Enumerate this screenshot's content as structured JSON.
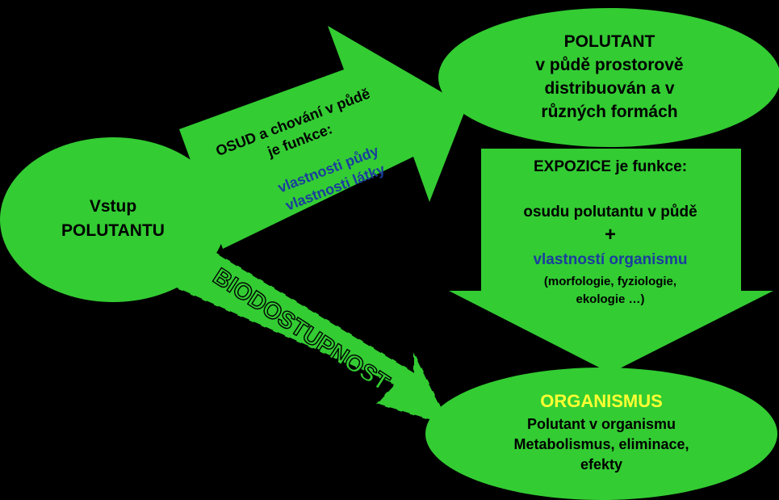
{
  "colors": {
    "background": "#000000",
    "shape_fill": "#33cc33",
    "text_dark": "#000000",
    "text_blue": "#1a3d9e",
    "text_yellow": "#ffff33"
  },
  "vstup": {
    "line1": "Vstup",
    "line2": "POLUTANTU"
  },
  "osud_arrow": {
    "line1": "OSUD a chování v půdě",
    "line2": "je funkce:",
    "line3": "vlastnosti půdy",
    "line4": "vlastnosti látky"
  },
  "polutant": {
    "line1": "POLUTANT",
    "line2": "v půdě prostorově",
    "line3": "distribuován a v",
    "line4": "různých formách"
  },
  "expozice_arrow": {
    "line1": "EXPOZICE je funkce:",
    "line2": "osudu polutantu v půdě",
    "line3": "+",
    "line4": "vlastností organismu",
    "line5": "(morfologie, fyziologie,",
    "line6": "ekologie …)"
  },
  "biodostupnost_arrow": {
    "label": "BIODOSTUPNOST"
  },
  "organismus": {
    "line1": "ORGANISMUS",
    "line2": "Polutant v organismu",
    "line3": "Metabolismus, eliminace,",
    "line4": "efekty"
  }
}
